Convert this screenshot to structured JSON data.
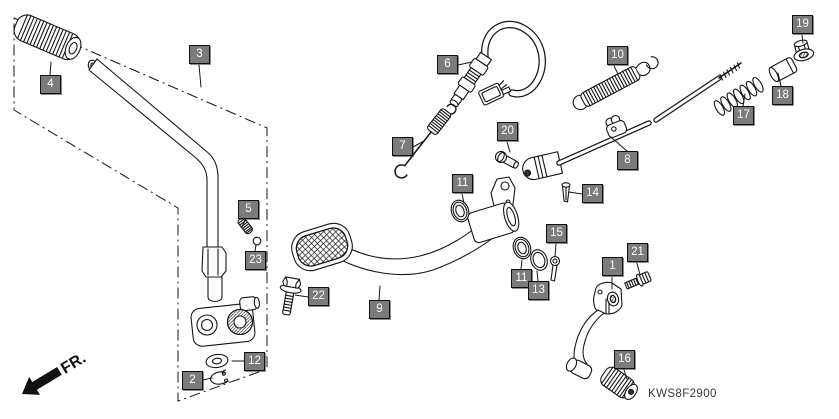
{
  "diagram": {
    "code": "KWS8F2900",
    "fr_label": "FR.",
    "callouts": [
      {
        "num": "3"
      },
      {
        "num": "4"
      },
      {
        "num": "6"
      },
      {
        "num": "7"
      },
      {
        "num": "10"
      },
      {
        "num": "20"
      },
      {
        "num": "8"
      },
      {
        "num": "11"
      },
      {
        "num": "14"
      },
      {
        "num": "19"
      },
      {
        "num": "18"
      },
      {
        "num": "17"
      },
      {
        "num": "5"
      },
      {
        "num": "23"
      },
      {
        "num": "15"
      },
      {
        "num": "11"
      },
      {
        "num": "13"
      },
      {
        "num": "9"
      },
      {
        "num": "22"
      },
      {
        "num": "1"
      },
      {
        "num": "21"
      },
      {
        "num": "16"
      },
      {
        "num": "12"
      },
      {
        "num": "2"
      }
    ],
    "colors": {
      "label_bg": "#7b7b7b",
      "label_border": "#101010",
      "label_text": "#ffffff",
      "line_art": "#161616",
      "code_text": "#3a3a3a"
    }
  }
}
